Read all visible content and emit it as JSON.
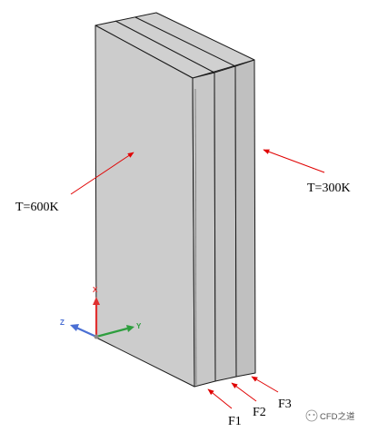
{
  "labels": {
    "t_hot": "T=600K",
    "t_cold": "T=300K",
    "f1": "F1",
    "f2": "F2",
    "f3": "F3"
  },
  "axes": {
    "x": "X",
    "y": "Y",
    "z": "Z"
  },
  "watermark": {
    "text": "CFD之道"
  },
  "colors": {
    "face": "#cccccc",
    "edge": "#1a1a1a",
    "arrow": "#e00000",
    "axis_x": "#e03030",
    "axis_y": "#2e9e3e",
    "axis_z": "#4a6fd4"
  }
}
